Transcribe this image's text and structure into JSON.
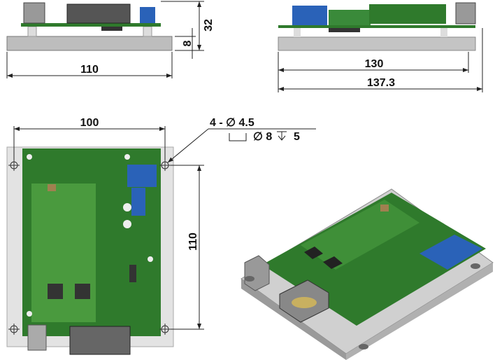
{
  "side_view_left": {
    "width_label": "110",
    "height_label": "32",
    "plate_thickness_label": "8"
  },
  "side_view_right": {
    "inner_length_label": "130",
    "overall_length_label": "137.3"
  },
  "top_view": {
    "hole_spacing_x_label": "100",
    "hole_spacing_y_label": "110",
    "hole_callout": {
      "count_diameter": "4 - ∅ 4.5",
      "counterbore": "∅ 8",
      "depth": "5"
    }
  },
  "colors": {
    "pcb": "#2f7a2c",
    "plate": "#c9c9c9",
    "relay": "#2a62b8"
  }
}
